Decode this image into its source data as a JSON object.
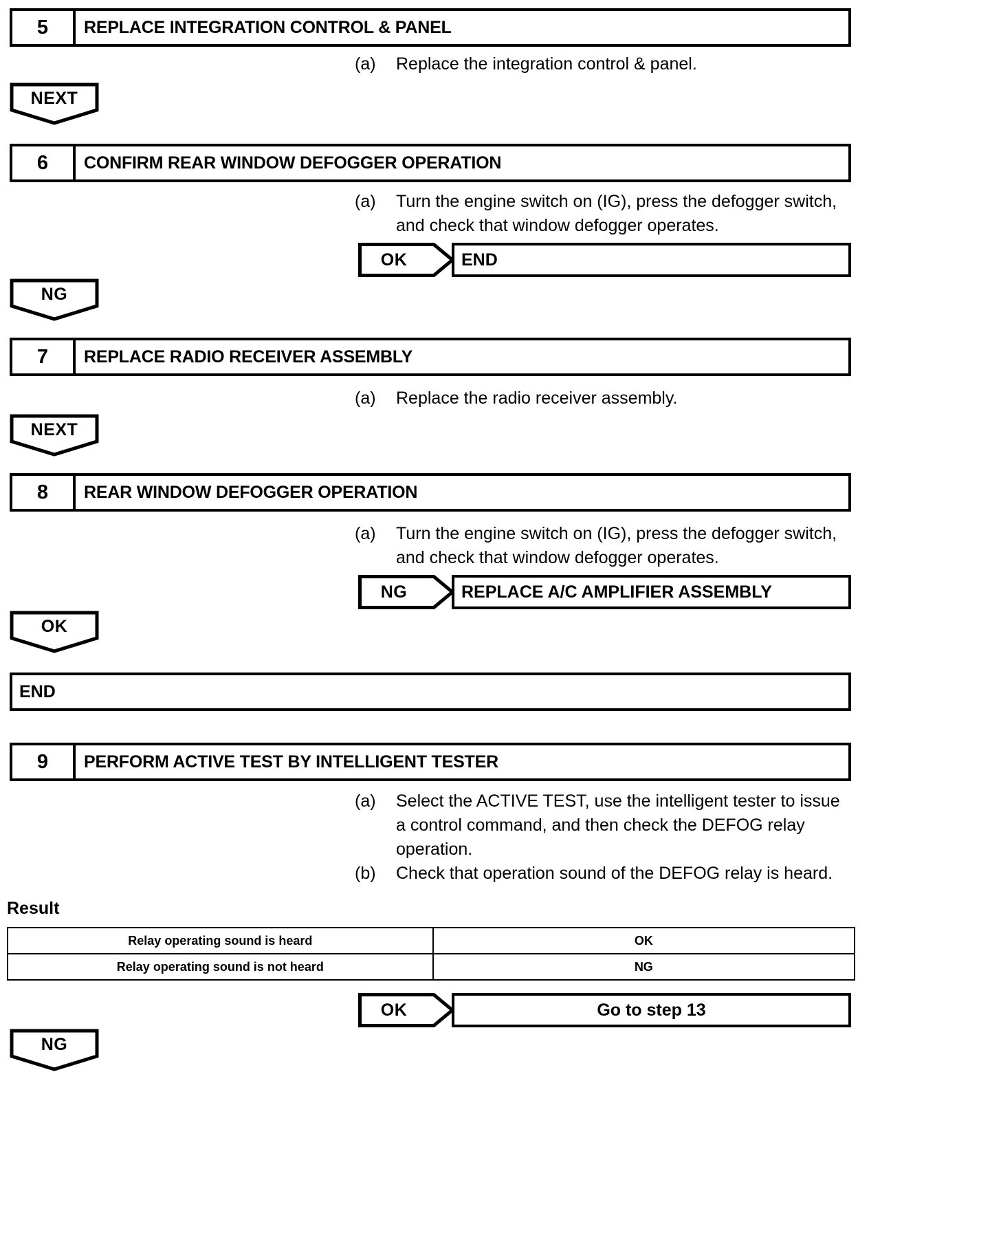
{
  "steps": [
    {
      "number": "5",
      "title": "REPLACE INTEGRATION CONTROL & PANEL",
      "instructions": [
        {
          "marker": "(a)",
          "text": "Replace the integration control & panel."
        }
      ],
      "flow_label": "NEXT"
    },
    {
      "number": "6",
      "title": "CONFIRM REAR WINDOW DEFOGGER OPERATION",
      "instructions": [
        {
          "marker": "(a)",
          "text": "Turn the engine switch on (IG), press the defogger switch, and check that window defogger operates."
        }
      ],
      "branch": {
        "label": "OK",
        "target": "END"
      },
      "flow_label": "NG"
    },
    {
      "number": "7",
      "title": "REPLACE RADIO RECEIVER ASSEMBLY",
      "instructions": [
        {
          "marker": "(a)",
          "text": "Replace the radio receiver assembly."
        }
      ],
      "flow_label": "NEXT"
    },
    {
      "number": "8",
      "title": "REAR WINDOW DEFOGGER OPERATION",
      "instructions": [
        {
          "marker": "(a)",
          "text": "Turn the engine switch on (IG), press the defogger switch, and check that window defogger operates."
        }
      ],
      "branch": {
        "label": "NG",
        "target": "REPLACE A/C AMPLIFIER ASSEMBLY"
      },
      "flow_label": "OK"
    },
    {
      "number": "9",
      "title": "PERFORM ACTIVE TEST BY INTELLIGENT TESTER",
      "instructions": [
        {
          "marker": "(a)",
          "text": "Select the ACTIVE TEST, use the intelligent tester to issue a control command, and then check the DEFOG relay operation."
        },
        {
          "marker": "(b)",
          "text": "Check that operation sound of the DEFOG relay is heard."
        }
      ],
      "branch": {
        "label": "OK",
        "target": "Go to step 13"
      },
      "flow_label": "NG"
    }
  ],
  "end_box": {
    "label": "END"
  },
  "result": {
    "heading": "Result",
    "rows": [
      {
        "condition": "Relay operating sound is heard",
        "judgement": "OK"
      },
      {
        "condition": "Relay operating sound is not heard",
        "judgement": "NG"
      }
    ]
  }
}
